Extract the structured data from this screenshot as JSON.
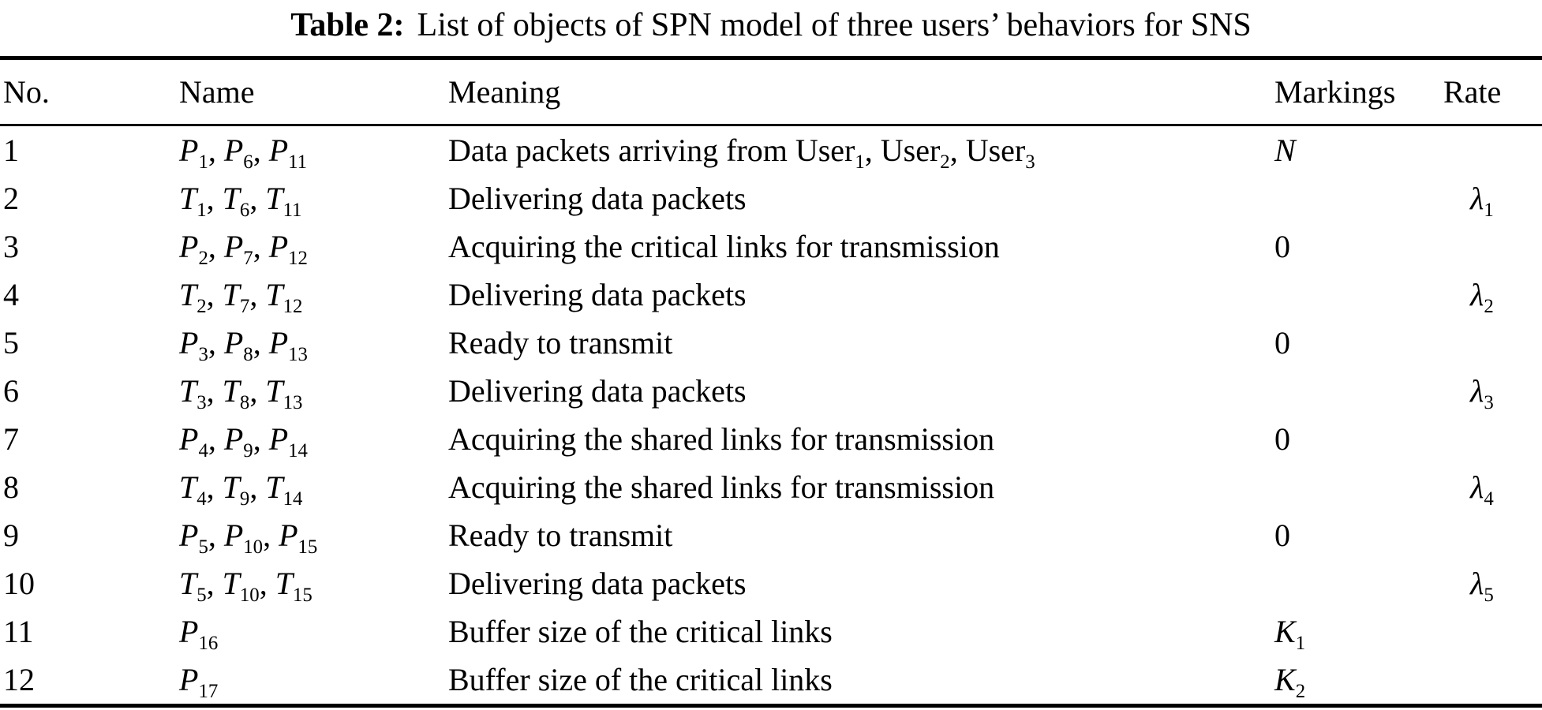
{
  "title": {
    "label": "Table 2:",
    "text": "List of objects of SPN model of three users’ behaviors for SNS"
  },
  "table": {
    "columns": [
      "No.",
      "Name",
      "Meaning",
      "Markings",
      "Rate"
    ],
    "rows": [
      {
        "no": "1",
        "name": "P_1, P_6, P_11",
        "meaning": "Data packets arriving from User_1, User_2, User_3",
        "markings": "N",
        "rate": ""
      },
      {
        "no": "2",
        "name": "T_1, T_6, T_11",
        "meaning": "Delivering data packets",
        "markings": "",
        "rate": "λ_1"
      },
      {
        "no": "3",
        "name": "P_2, P_7, P_12",
        "meaning": "Acquiring the critical links for transmission",
        "markings": "0",
        "rate": ""
      },
      {
        "no": "4",
        "name": "T_2, T_7, T_12",
        "meaning": "Delivering data packets",
        "markings": "",
        "rate": "λ_2"
      },
      {
        "no": "5",
        "name": "P_3, P_8, P_13",
        "meaning": "Ready to transmit",
        "markings": "0",
        "rate": ""
      },
      {
        "no": "6",
        "name": "T_3, T_8, T_13",
        "meaning": "Delivering data packets",
        "markings": "",
        "rate": "λ_3"
      },
      {
        "no": "7",
        "name": "P_4, P_9, P_14",
        "meaning": "Acquiring the shared links for transmission",
        "markings": "0",
        "rate": ""
      },
      {
        "no": "8",
        "name": "T_4, T_9, T_14",
        "meaning": "Acquiring the shared links for transmission",
        "markings": "",
        "rate": "λ_4"
      },
      {
        "no": "9",
        "name": "P_5, P_10, P_15",
        "meaning": "Ready to transmit",
        "markings": "0",
        "rate": ""
      },
      {
        "no": "10",
        "name": "T_5, T_10, T_15",
        "meaning": "Delivering data packets",
        "markings": "",
        "rate": "λ_5"
      },
      {
        "no": "11",
        "name": "P_16",
        "meaning": "Buffer size of the critical links",
        "markings": "K_1",
        "rate": ""
      },
      {
        "no": "12",
        "name": "P_17",
        "meaning": "Buffer size of the critical links",
        "markings": "K_2",
        "rate": ""
      }
    ]
  }
}
